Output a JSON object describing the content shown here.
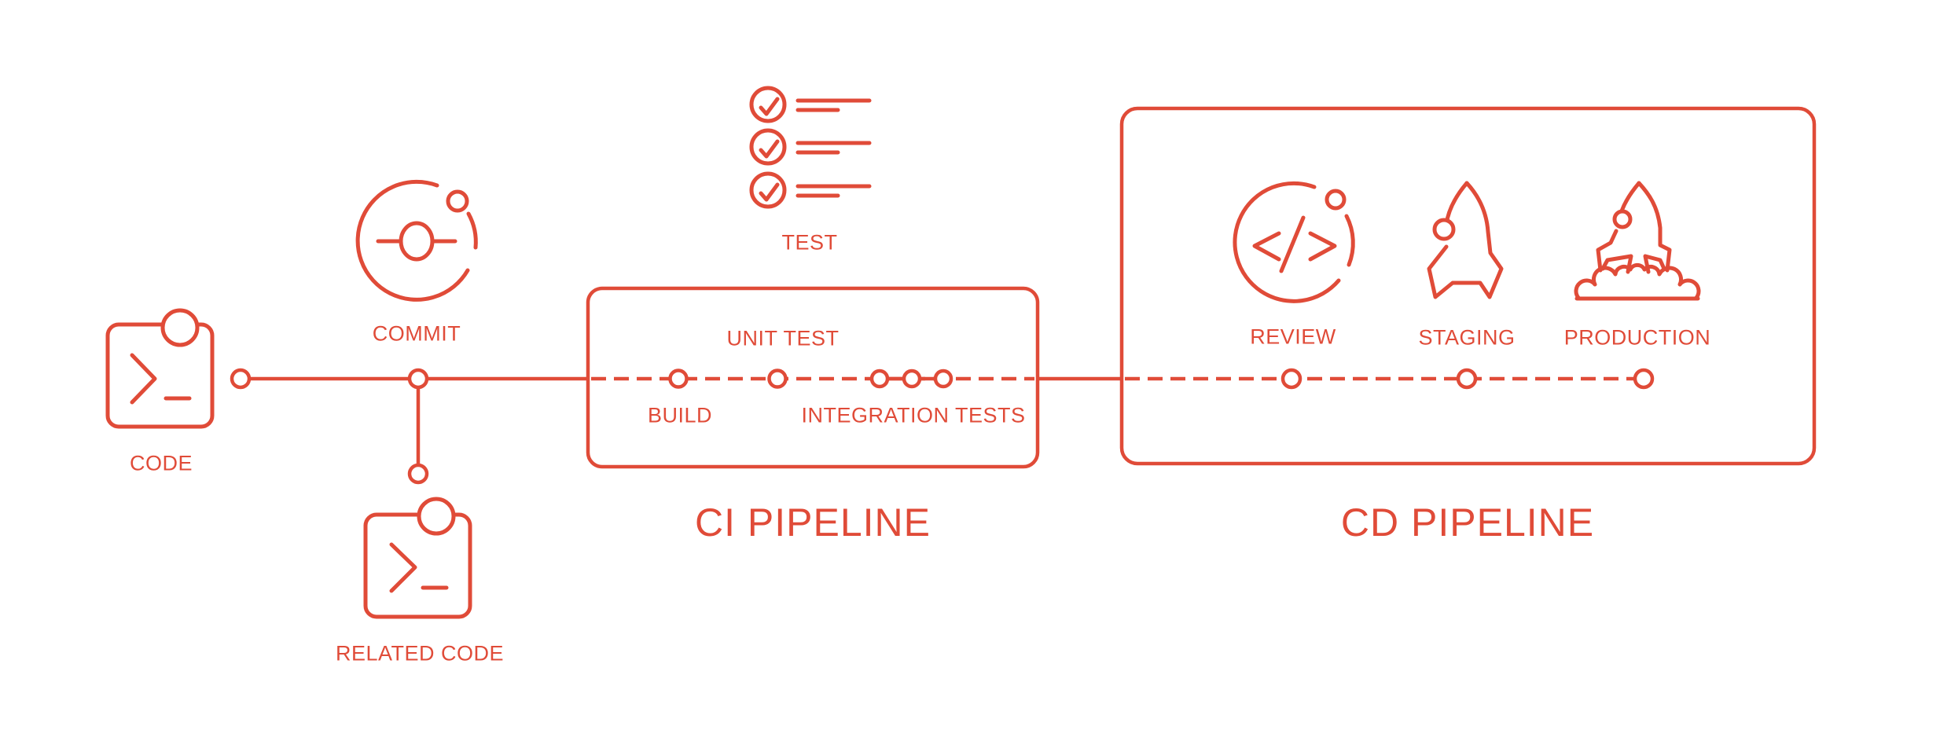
{
  "canvas": {
    "background": "#ffffff",
    "accent": "#e04b38"
  },
  "flow": {
    "code": {
      "label": "CODE",
      "icon": "terminal-window-icon"
    },
    "commit": {
      "label": "COMMIT",
      "icon": "git-commit-orbit-icon"
    },
    "related_code": {
      "label": "RELATED CODE",
      "icon": "terminal-window-icon"
    }
  },
  "ci_pipeline": {
    "title": "CI PIPELINE",
    "test": {
      "label": "TEST",
      "icon": "checklist-icon"
    },
    "stages": [
      {
        "label": "BUILD",
        "label_position": "below"
      },
      {
        "label": "UNIT TEST",
        "label_position": "above"
      },
      {
        "label": "INTEGRATION TESTS",
        "label_position": "below"
      }
    ]
  },
  "cd_pipeline": {
    "title": "CD PIPELINE",
    "stages": [
      {
        "label": "REVIEW",
        "icon": "code-orbit-icon"
      },
      {
        "label": "STAGING",
        "icon": "rocket-icon"
      },
      {
        "label": "PRODUCTION",
        "icon": "rocket-launch-icon"
      }
    ]
  }
}
